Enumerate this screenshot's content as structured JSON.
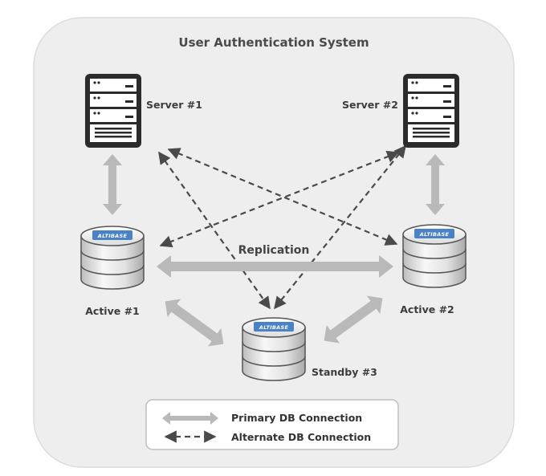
{
  "title": "User Authentication System",
  "nodes": {
    "server1": "Server #1",
    "server2": "Server #2",
    "active1": "Active #1",
    "active2": "Active #2",
    "standby3": "Standby #3"
  },
  "replication_label": "Replication",
  "db_brand": "ALTIBASE",
  "legend": {
    "primary": "Primary DB Connection",
    "alternate": "Alternate DB Connection"
  },
  "colors": {
    "panel": "#eeeeee",
    "panel_border": "#dcdcdc",
    "solid_arrow": "#b9b9b9",
    "dashed_arrow": "#4a4a4a",
    "server_frame": "#2b2b2b",
    "db_badge": "#4a82c8"
  }
}
